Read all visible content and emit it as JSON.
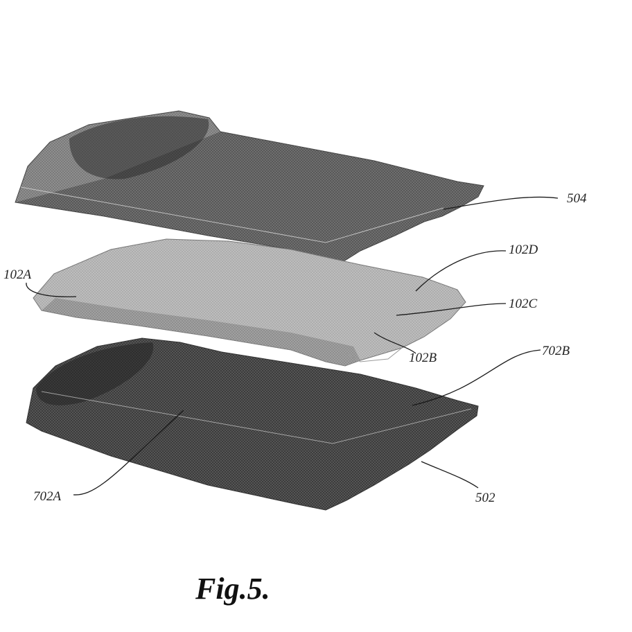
{
  "figure": {
    "caption": "Fig.5.",
    "labels": {
      "l504": "504",
      "l102d": "102D",
      "l102a": "102A",
      "l102c": "102C",
      "l102b": "102B",
      "l702b": "702B",
      "l702a": "702A",
      "l502": "502"
    }
  },
  "colors": {
    "dark_layer": "#3c3c3c",
    "light_layer": "#8a8a8a",
    "leader": "#1a1a1a"
  }
}
